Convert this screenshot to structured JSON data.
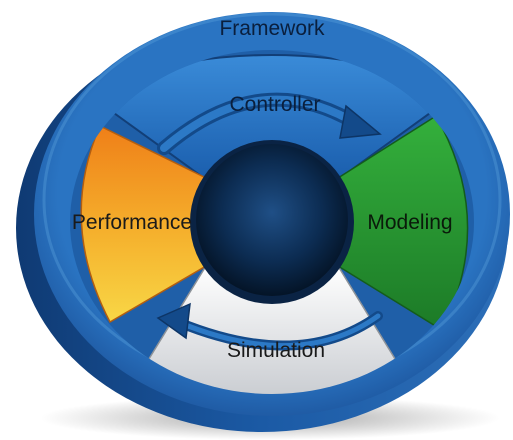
{
  "diagram": {
    "outer_label": "Framework",
    "segments": {
      "top": {
        "label": "Controller"
      },
      "left": {
        "label": "Performance"
      },
      "right": {
        "label": "Modeling"
      },
      "bottom": {
        "label": "Simulation"
      }
    }
  },
  "colors": {
    "ring_dark": "#1a4f96",
    "ring_mid": "#2a74c2",
    "ring_light": "#4f9ad6",
    "controller_top": "#2f7fce",
    "controller_bottom": "#1b5fae",
    "performance_top": "#f0861c",
    "performance_bottom": "#f7cf3e",
    "modeling_top": "#2fa838",
    "modeling_bottom": "#1f7f2a",
    "simulation_top": "#ffffff",
    "simulation_bottom": "#cfd2d6",
    "hub_center": "#1f4f86",
    "hub_edge": "#041427",
    "arrow_fill": "#1c5a9f"
  }
}
